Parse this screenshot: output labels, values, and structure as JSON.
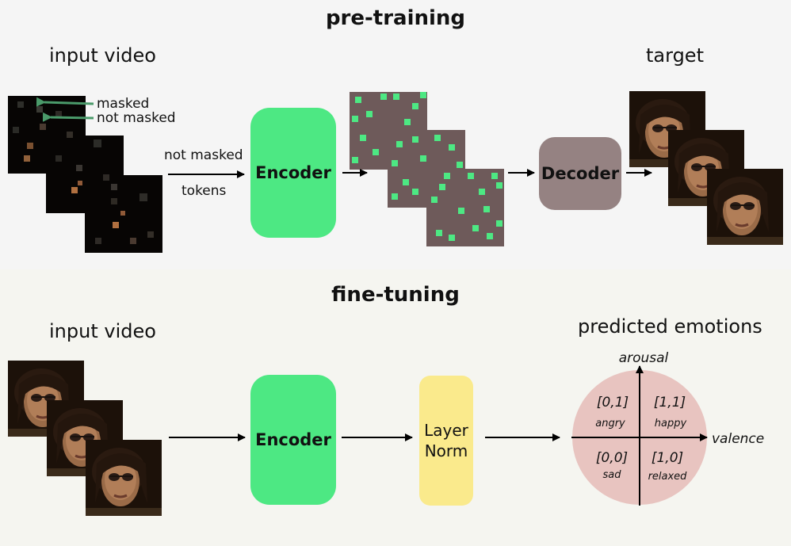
{
  "pretraining": {
    "title": "pre-training",
    "input_label": "input video",
    "target_label": "target",
    "masked_label": "masked",
    "not_masked_label": "not masked",
    "tokens_label_1": "not masked",
    "tokens_label_2": "tokens",
    "encoder_label": "Encoder",
    "decoder_label": "Decoder"
  },
  "finetuning": {
    "title": "fine-tuning",
    "input_label": "input video",
    "encoder_label": "Encoder",
    "norm_label_1": "Layer",
    "norm_label_2": "Norm",
    "output_label": "predicted emotions"
  },
  "emotion_plot": {
    "y_axis": "arousal",
    "x_axis": "valence",
    "quadrants": [
      {
        "coord": "[0,1]",
        "emotion": "angry"
      },
      {
        "coord": "[1,1]",
        "emotion": "happy"
      },
      {
        "coord": "[0,0]",
        "emotion": "sad"
      },
      {
        "coord": "[1,0]",
        "emotion": "relaxed"
      }
    ]
  },
  "colors": {
    "encoder": "#4de883",
    "decoder": "#958282",
    "layer_norm": "#faea8c",
    "emotion_circle": "#e8c4c0",
    "token_grid": "#6e5a5a",
    "arrow_callout": "#4a9a6a"
  }
}
